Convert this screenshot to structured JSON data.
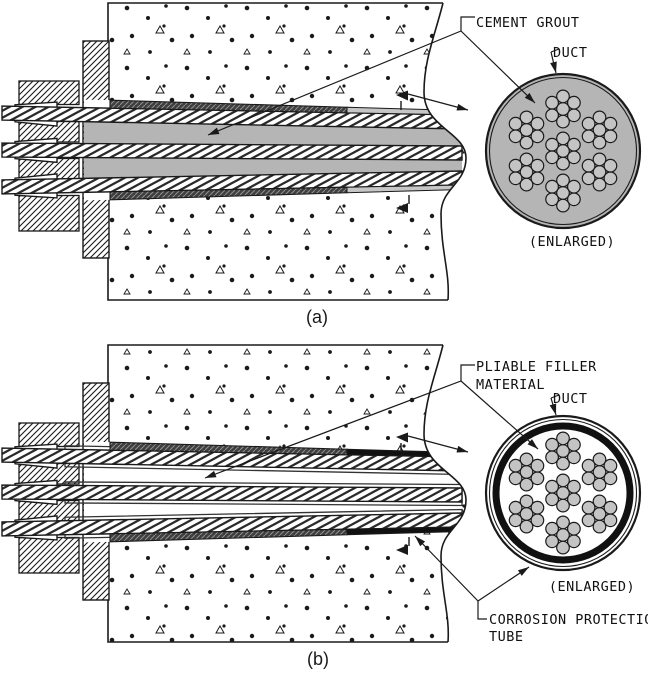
{
  "diagram": {
    "figures": [
      {
        "caption": "(a)",
        "main_label_lines": [
          "CEMENT GROUT"
        ],
        "duct_label": "DUCT",
        "enlarged_label": "(ENLARGED)"
      },
      {
        "caption": "(b)",
        "main_label_lines": [
          "PLIABLE FILLER",
          "MATERIAL"
        ],
        "duct_label": "DUCT",
        "enlarged_label": "(ENLARGED)",
        "tube_label_lines": [
          "CORROSION PROTECTION",
          "TUBE"
        ]
      }
    ],
    "colors": {
      "line": "#1a1a1a",
      "stripe": "#2a2a2a",
      "grout": "#b5b5b5",
      "duct_strip": "#c6c6c6",
      "dark_band": "#3f3f3f",
      "dark_band_hatch": "#909090",
      "wire_fill": "#c4c4c4",
      "tube_black": "#111111",
      "background": "#ffffff"
    }
  }
}
